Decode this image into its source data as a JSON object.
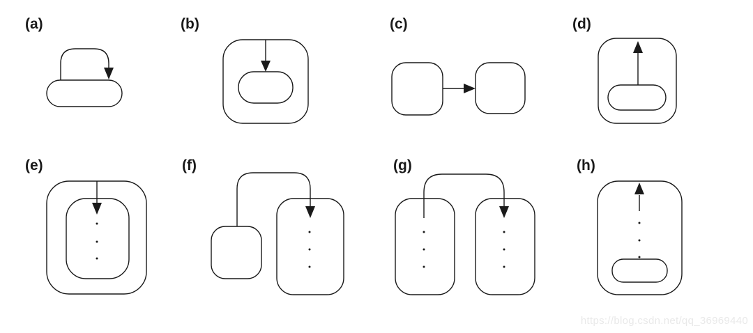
{
  "figure": {
    "panels": [
      {
        "id": "a",
        "label": "(a)"
      },
      {
        "id": "b",
        "label": "(b)"
      },
      {
        "id": "c",
        "label": "(c)"
      },
      {
        "id": "d",
        "label": "(d)"
      },
      {
        "id": "e",
        "label": "(e)"
      },
      {
        "id": "f",
        "label": "(f)"
      },
      {
        "id": "g",
        "label": "(g)"
      },
      {
        "id": "h",
        "label": "(h)"
      }
    ],
    "watermark": "https://blog.csdn.net/qq_36969440"
  },
  "colors": {
    "background": "#ffffff",
    "stroke": "#1a1a1a",
    "label_text": "#1a1a1a",
    "watermark_text": "#e9e9e9"
  }
}
